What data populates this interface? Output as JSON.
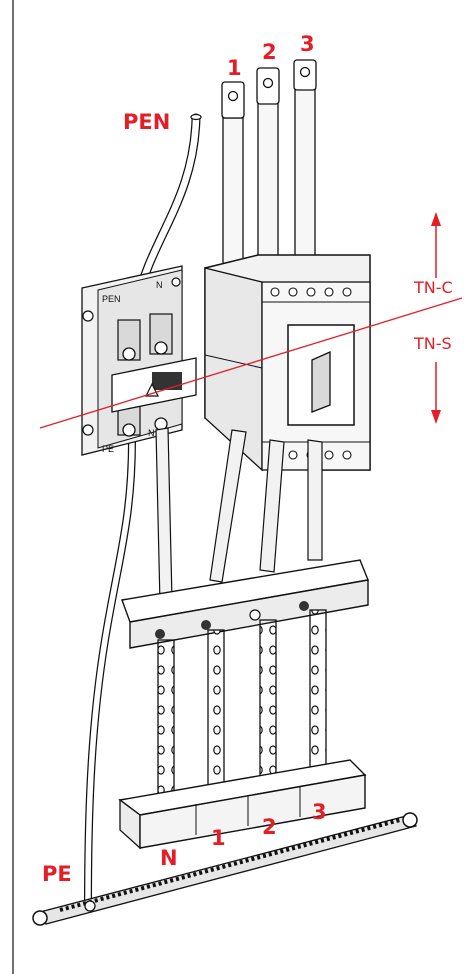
{
  "labels": {
    "pen": "PEN",
    "pe": "PE",
    "phase1_top": "1",
    "phase2_top": "2",
    "phase3_top": "3",
    "n_bottom": "N",
    "phase1_bottom": "1",
    "phase2_bottom": "2",
    "phase3_bottom": "3",
    "tn_c": "TN-C",
    "tn_s": "TN-S",
    "terminal_pen": "PEN",
    "terminal_pe": "PE",
    "terminal_n_top": "N",
    "terminal_n_bottom": "N"
  },
  "colors": {
    "accent": "#e41e26",
    "line": "#111111",
    "fill_light": "#f2f2f2",
    "fill_mid": "#d9d9d9"
  }
}
